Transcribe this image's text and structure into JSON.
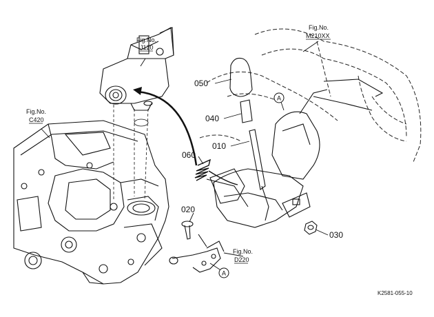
{
  "parts": {
    "p050": "050",
    "p040": "040",
    "p010": "010",
    "p060": "060",
    "p020": "020",
    "p030": "030"
  },
  "figs": {
    "j120": {
      "title": "Fig.No.",
      "code": "J120"
    },
    "c420": {
      "title": "Fig.No.",
      "code": "C420"
    },
    "m210": {
      "title": "Fig.No.",
      "code": "M210XX"
    },
    "d220": {
      "title": "Fig.No.",
      "code": "D220"
    }
  },
  "markers": {
    "ref_a": "A"
  },
  "drawing_code": "K2581-055-10"
}
